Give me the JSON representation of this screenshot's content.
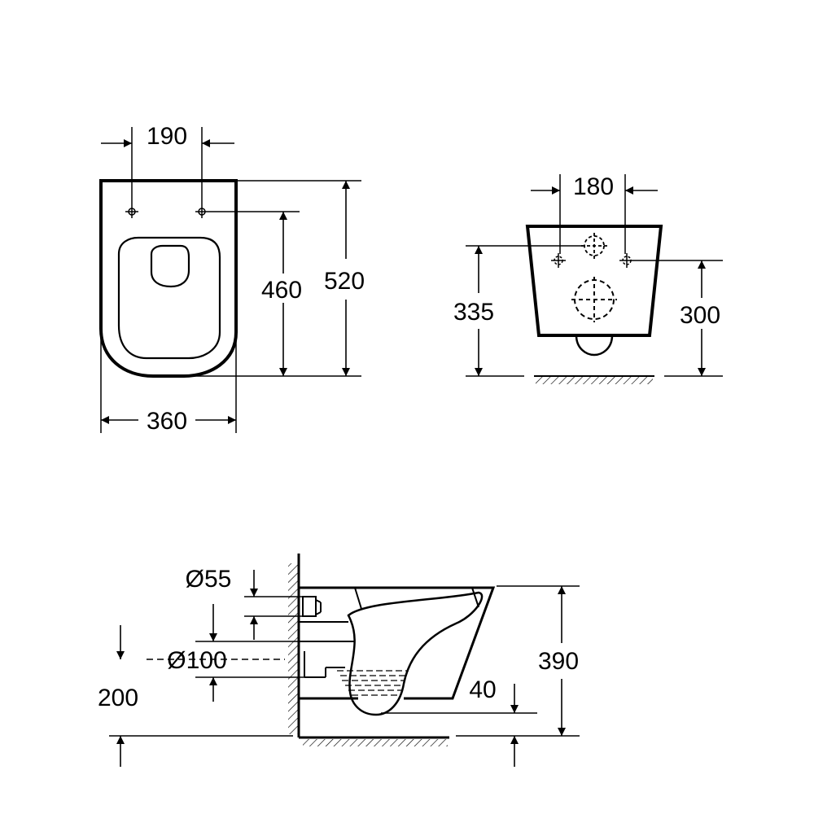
{
  "dimensions": {
    "top_view": {
      "hole_spacing": "190",
      "inner_length": "460",
      "total_length": "520",
      "width": "360"
    },
    "rear_view": {
      "hole_spacing": "180",
      "height_left": "335",
      "height_right": "300"
    },
    "side_view": {
      "inlet_diameter": "Ø55",
      "outlet_diameter": "Ø100",
      "outlet_height": "200",
      "total_height": "390",
      "rim_offset": "40"
    }
  },
  "colors": {
    "stroke": "#000000",
    "background": "#ffffff",
    "water": "#000000"
  }
}
